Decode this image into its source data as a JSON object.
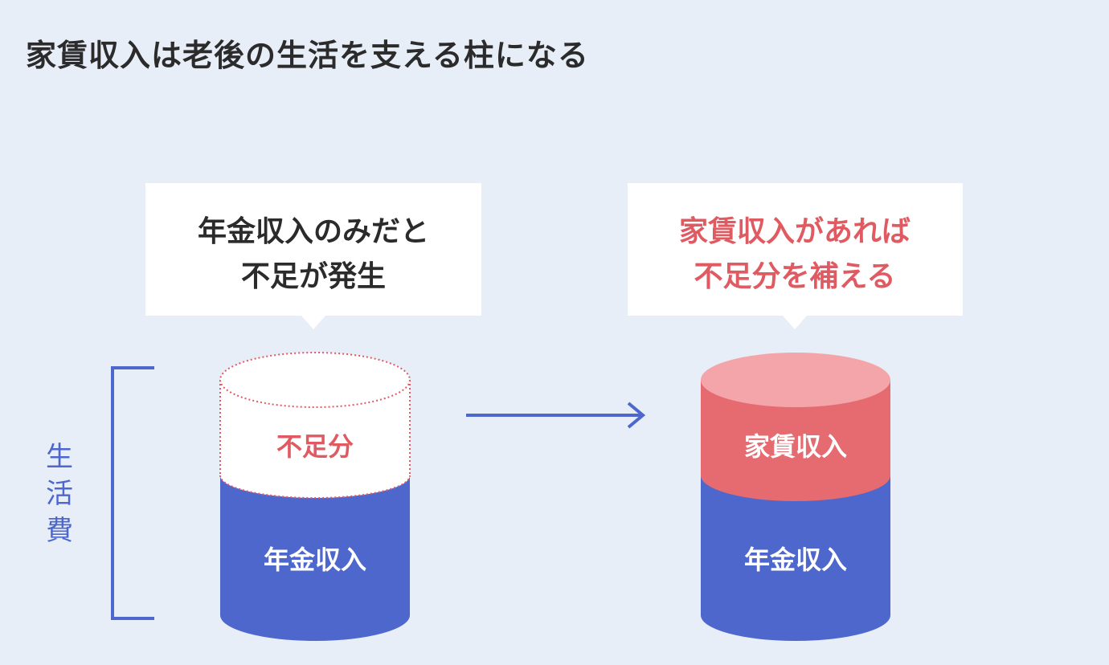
{
  "title": "家賃収入は老後の生活を支える柱になる",
  "colors": {
    "background": "#e8eef8",
    "pension_blue": "#4e67cd",
    "rent_red": "#e66b71",
    "rent_red_top": "#f4a5a9",
    "shortfall_text": "#e05a62",
    "dark_text": "#2b2b2b",
    "bracket_blue": "#4e67cd"
  },
  "left": {
    "bubble_lines": [
      "年金収入のみだと",
      "不足が発生"
    ],
    "shortfall_label": "不足分",
    "pension_label": "年金収入"
  },
  "right": {
    "bubble_lines": [
      "家賃収入があれば",
      "不足分を補える"
    ],
    "rent_label": "家賃収入",
    "pension_label": "年金収入"
  },
  "bracket_label": [
    "生",
    "活",
    "費"
  ]
}
